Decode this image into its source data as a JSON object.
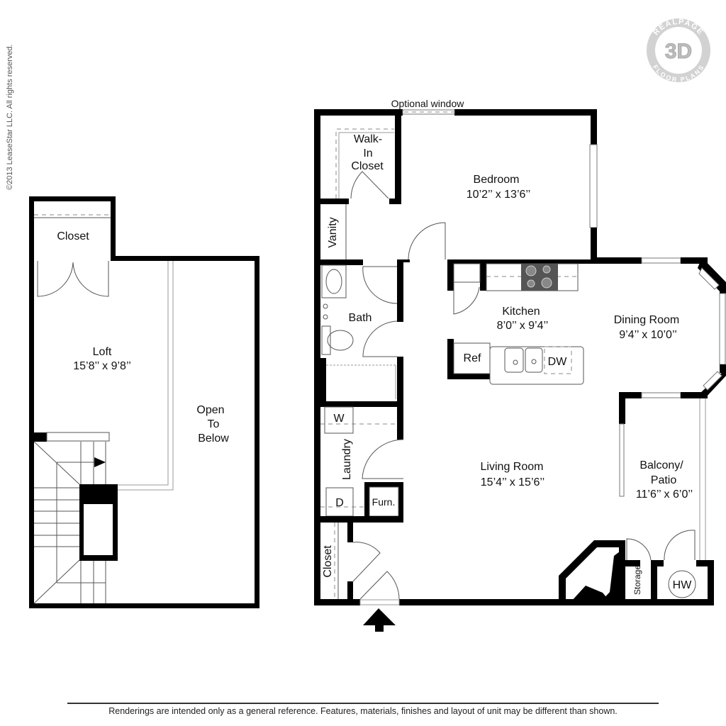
{
  "copyright": "©2013 LeaseStar LLC. All rights reserved.",
  "badge": {
    "top_text": "REALPAGE",
    "center_text": "3D",
    "bottom_text": "FLOOR PLANS",
    "color": "#c8c8c8"
  },
  "upper_floor": {
    "closet": {
      "label": "Closet"
    },
    "loft": {
      "label": "Loft",
      "dimensions": "15’8’’ x 9’8’’"
    },
    "open_to_below": {
      "line1": "Open",
      "line2": "To",
      "line3": "Below"
    }
  },
  "main_floor": {
    "optional_window": "Optional window",
    "walk_in_closet": {
      "line1": "Walk-",
      "line2": "In",
      "line3": "Closet"
    },
    "bedroom": {
      "label": "Bedroom",
      "dimensions": "10’2’’ x 13’6’’"
    },
    "vanity": {
      "label": "Vanity"
    },
    "bath": {
      "label": "Bath"
    },
    "kitchen": {
      "label": "Kitchen",
      "dimensions": "8’0’’ x 9’4’’"
    },
    "dining_room": {
      "label": "Dining Room",
      "dimensions": "9’4’’ x 10’0’’"
    },
    "refrigerator": {
      "label": "Ref"
    },
    "dishwasher": {
      "label": "DW"
    },
    "laundry": {
      "label": "Laundry"
    },
    "washer": {
      "label": "W"
    },
    "dryer": {
      "label": "D"
    },
    "furnace": {
      "label": "Furn."
    },
    "living_room": {
      "label": "Living Room",
      "dimensions": "15’4’’ x 15’6’’"
    },
    "balcony": {
      "line1": "Balcony/",
      "line2": "Patio",
      "dimensions": "11’6’’ x 6’0’’"
    },
    "closet": {
      "label": "Closet"
    },
    "storage": {
      "label": "Storage"
    },
    "water_heater": {
      "label": "HW"
    }
  },
  "disclaimer": "Renderings are intended only as a general reference. Features, materials, finishes and layout of unit may be different than shown."
}
